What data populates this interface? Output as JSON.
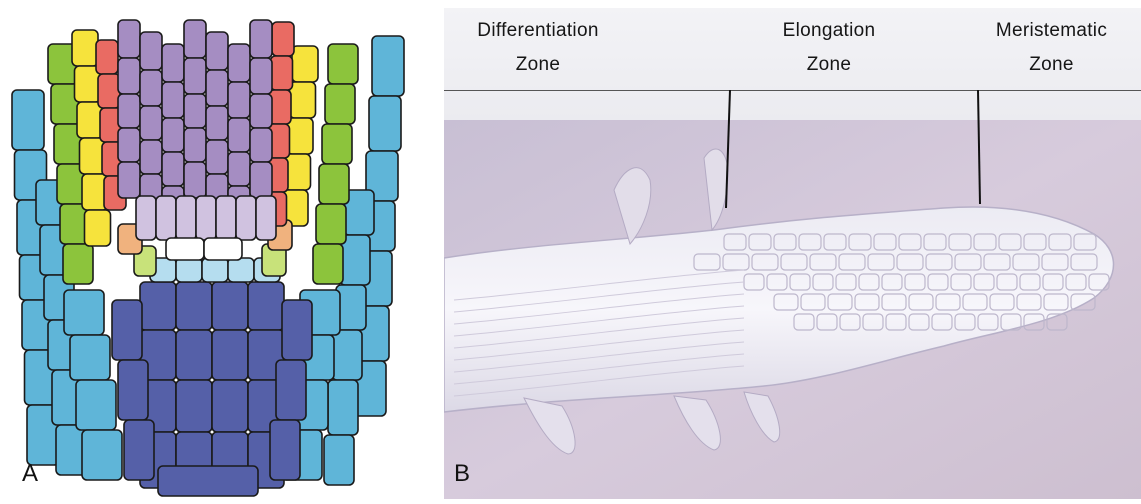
{
  "panels": {
    "a": {
      "letter": "A"
    },
    "b": {
      "letter": "B"
    }
  },
  "zones": {
    "differentiation": [
      "Differentiation",
      "Zone"
    ],
    "elongation": [
      "Elongation",
      "Zone"
    ],
    "meristematic": [
      "Meristematic",
      "Zone"
    ]
  },
  "colors": {
    "outline": "#1a1a1a",
    "root_cap_lateral": "#5fb5d8",
    "columella": "#5560a8",
    "columella_initials": "#b5ddef",
    "quiescent_center": "#ffffff",
    "epidermis": "#8cc43c",
    "lateral_root_cap_initials": "#c8e27a",
    "cortex": "#f6e33c",
    "cortex_endodermis_initials": "#f0b27e",
    "endodermis": "#e96b63",
    "stele": "#a58dc2",
    "stele_initials": "#d0c2e0"
  }
}
